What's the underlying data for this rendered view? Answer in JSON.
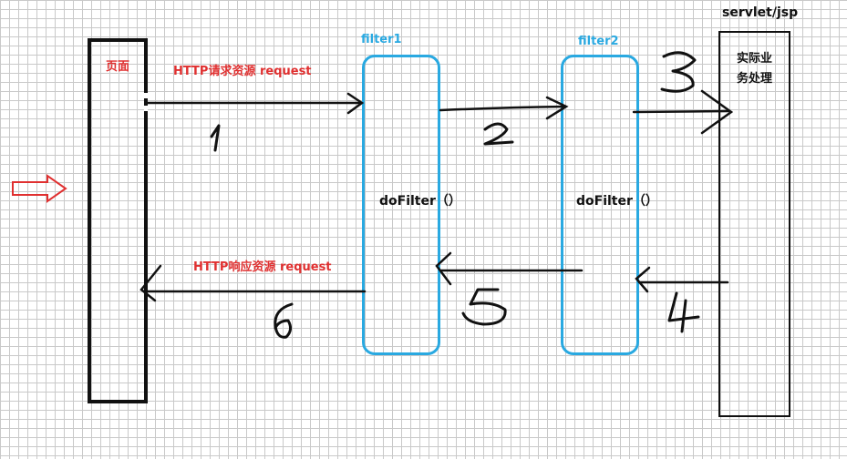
{
  "page_label": "页面",
  "filter1_label": "filter1",
  "filter2_label": "filter2",
  "servlet_label": "servlet/jsp",
  "servlet_content": [
    "实际业",
    "务处理"
  ],
  "filter1_method": "doFilter（）",
  "filter2_method": "doFilter（）",
  "request_label": "HTTP请求资源 request",
  "response_label": "HTTP响应资源 request",
  "step_numbers": [
    "1",
    "2",
    "3",
    "4",
    "5",
    "6"
  ],
  "colors": {
    "red": "#e03030",
    "cyan": "#29a9e1",
    "black": "#111111"
  }
}
